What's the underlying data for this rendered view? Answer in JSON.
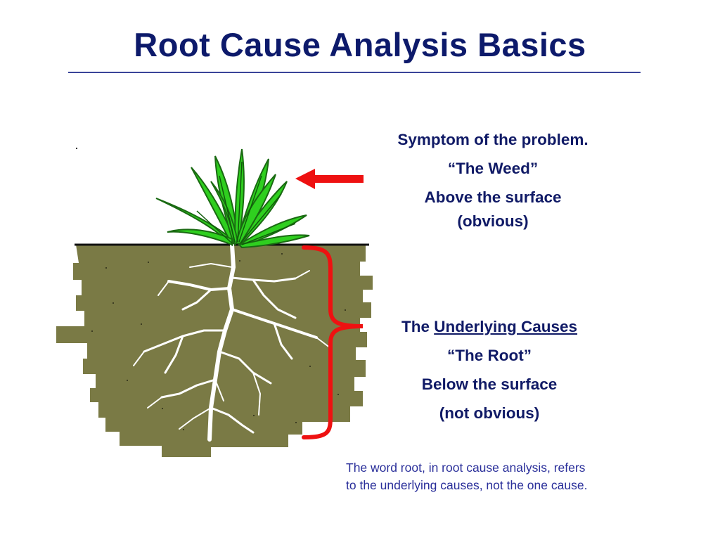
{
  "title": "Root Cause Analysis Basics",
  "symptom": {
    "line1": "Symptom of the problem.",
    "line2": "“The Weed”",
    "line3": "Above the surface",
    "line4": "(obvious)"
  },
  "cause": {
    "line1_prefix": "The ",
    "line1_underlined": "Underlying Causes",
    "line2": "“The Root”",
    "line3": "Below the surface",
    "line4": "(not obvious)"
  },
  "note": {
    "line1": "The word root, in root cause analysis, refers",
    "line2": "to the underlying causes, not the one cause."
  },
  "colors": {
    "title": "#0d1a6b",
    "text": "#101a66",
    "note": "#2a2f9a",
    "soil": "#7a7a45",
    "weed": "#2fcf1f",
    "arrow": "#ee1111",
    "roots": "#ffffff"
  }
}
